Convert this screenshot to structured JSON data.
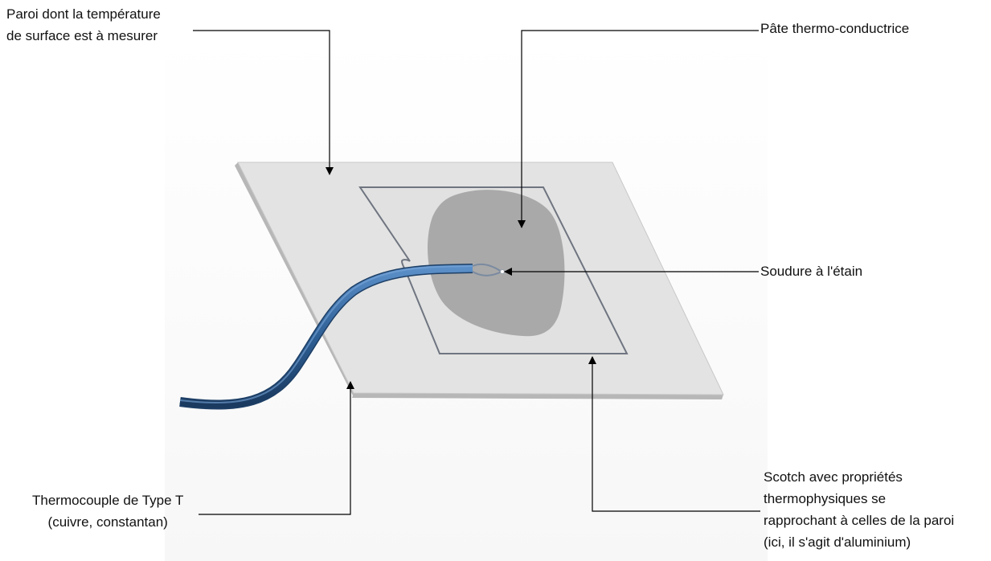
{
  "annotations": {
    "paroi": [
      "Paroi dont la température",
      "de surface est à mesurer"
    ],
    "pate": "Pâte thermo-conductrice",
    "soudure": "Soudure à l'étain",
    "thermocouple": [
      "Thermocouple de Type T",
      "(cuivre, constantan)"
    ],
    "scotch": [
      "Scotch avec propriétés",
      "thermophysiques se",
      "rapprochant à celles de la paroi",
      "(ici, il s'agit d'aluminium)"
    ]
  },
  "colors": {
    "plate_surface": "#e3e3e3",
    "plate_edge": "#b7b7b7",
    "paste": "#a9a9a9",
    "tape_outline": "#6f7580",
    "cable": "#2e5f95",
    "cable_dark": "#1d3f66",
    "leader_line": "#000000"
  }
}
